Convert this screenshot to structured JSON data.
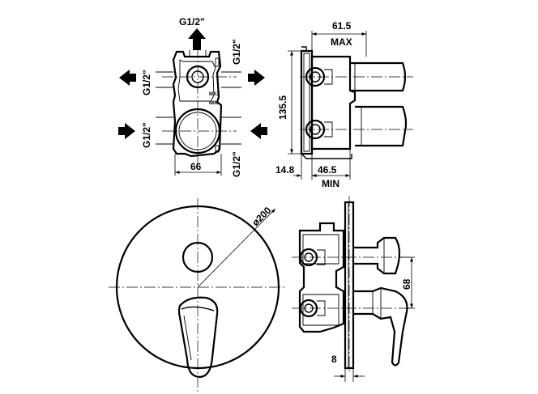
{
  "labels": {
    "top_thread": "G1/2\"",
    "right_upper_thread": "G1/2\"",
    "left_upper_thread": "G1/2\"",
    "left_lower_thread": "G1/2\"",
    "right_lower_thread": "G1/2\"",
    "max_mark": "MAX",
    "min_mark": "MIN",
    "width_front": "66",
    "depth_max_value": "61.5",
    "depth_max_label": "MAX",
    "height_value": "135.5",
    "depth_min_left": "14.8",
    "depth_min_right": "46.5",
    "depth_min_label": "MIN",
    "diameter_plate": "ø200",
    "outlet_spacing": "68",
    "plate_thickness": "8"
  }
}
